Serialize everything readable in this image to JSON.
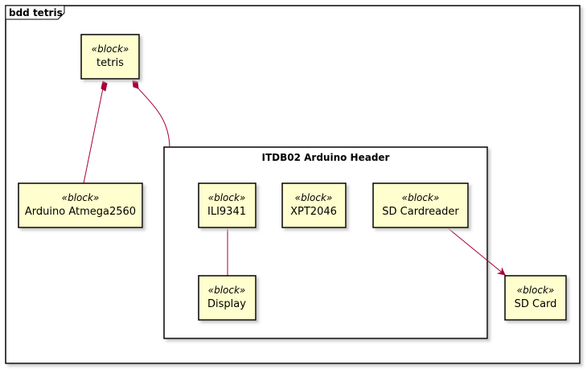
{
  "frame": {
    "title": "bdd tetris"
  },
  "package": {
    "title": "ITDB02 Arduino Header"
  },
  "stereotype": "«block»",
  "blocks": {
    "tetris": {
      "name": "tetris"
    },
    "arduino": {
      "name": "Arduino Atmega2560"
    },
    "ili9341": {
      "name": "ILI9341"
    },
    "xpt2046": {
      "name": "XPT2046"
    },
    "sdreader": {
      "name": "SD Cardreader"
    },
    "display": {
      "name": "Display"
    },
    "sdcard": {
      "name": "SD Card"
    }
  },
  "colors": {
    "block_fill": "#FEFECE",
    "block_border": "#000000",
    "edge": "#A80036",
    "frame_border": "#000000"
  }
}
